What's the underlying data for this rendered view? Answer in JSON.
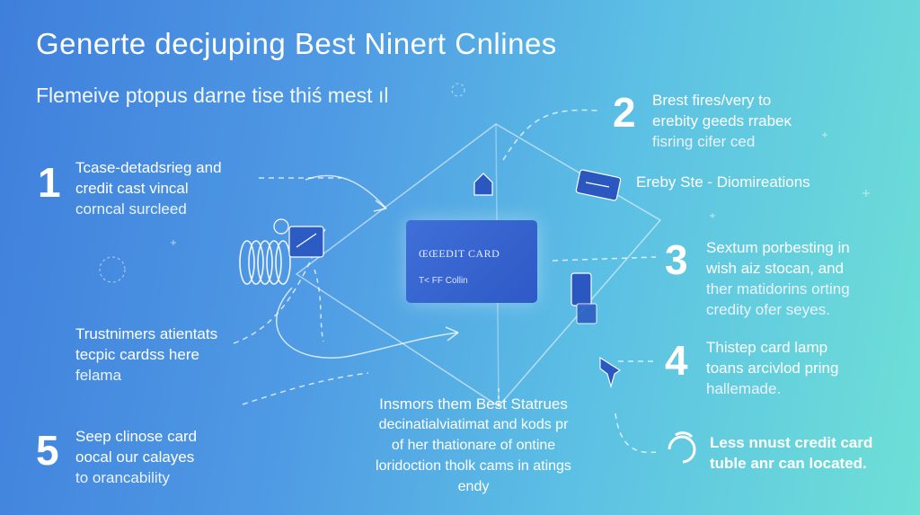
{
  "title": "Generte decjuping Best Ninert Cnlines",
  "subtitle": "Flemeive ptopus darne tise thiś mest ıl",
  "card": {
    "brand": "ŒŒEDIT CARD",
    "holder": "T< FF Collin"
  },
  "center_label": "Ereby Ste - Diomireations",
  "items": [
    {
      "number": "1",
      "lines": [
        "Tcase-detadsrieg and",
        "credit cast vincal",
        "corncal surcleed"
      ]
    },
    {
      "number": "2",
      "lines": [
        "Brest fires/very to",
        "erebity geeds rrabeκ",
        "fisring cifer ced"
      ]
    },
    {
      "number": "3",
      "lines": [
        "Sextum porbesting in",
        "wish aiz stocan, and",
        "ther matidorins orting",
        "credity ofer seyes."
      ]
    },
    {
      "number": "4",
      "lines": [
        "Thistep card lamp",
        "toans arcivlod pring",
        "hallemade."
      ]
    },
    {
      "number": "5",
      "lines": [
        "Seep clinose card",
        "oocal our calayes",
        "to orancability"
      ]
    }
  ],
  "left_middle": {
    "lines": [
      "Trustnimers atientats",
      "tecpic cardss here",
      "felama"
    ]
  },
  "bottom_center": {
    "lines": [
      "Insmors them Best Statrues",
      "decinatialviatimat and kods pr",
      "of her thationare of ontine",
      "loridoction tholk cams in atings",
      "endy"
    ]
  },
  "last_item": {
    "lines": [
      "Less nnust credit card",
      "tuble anr can located."
    ]
  },
  "colors": {
    "accent_card": "#3566d4",
    "line": "#ffffff"
  },
  "icons": [
    "house-icon",
    "wallet-icon",
    "phone-icon",
    "coil-icon",
    "refresh-icon",
    "airplane-icon",
    "card-stack-icon"
  ]
}
